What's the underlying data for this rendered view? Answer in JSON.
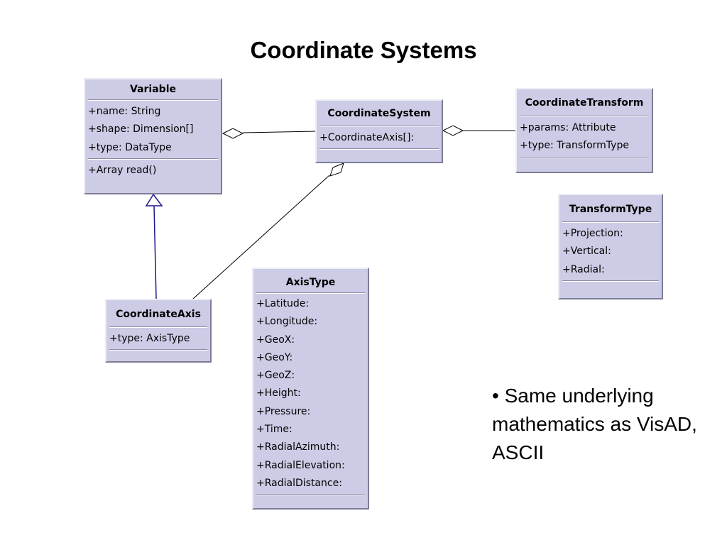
{
  "slide": {
    "title": "Coordinate Systems"
  },
  "classes": {
    "variable": {
      "name": "Variable",
      "attributes": [
        "+name: String",
        "+shape: Dimension[]",
        "+type: DataType"
      ],
      "operations": [
        "+Array read()"
      ]
    },
    "coordinate_system": {
      "name": "CoordinateSystem",
      "attributes": [
        "+CoordinateAxis[]:"
      ],
      "operations": []
    },
    "coordinate_transform": {
      "name": "CoordinateTransform",
      "attributes": [
        "+params: Attribute",
        "+type: TransformType"
      ],
      "operations": []
    },
    "transform_type": {
      "name": "TransformType",
      "attributes": [
        "+Projection:",
        "+Vertical:",
        "+Radial:"
      ],
      "operations": []
    },
    "coordinate_axis": {
      "name": "CoordinateAxis",
      "attributes": [
        "+type: AxisType"
      ],
      "operations": []
    },
    "axis_type": {
      "name": "AxisType",
      "attributes": [
        "+Latitude:",
        "+Longitude:",
        "+GeoX:",
        "+GeoY:",
        "+GeoZ:",
        "+Height:",
        "+Pressure:",
        "+Time:",
        "+RadialAzimuth:",
        "+RadialElevation:",
        "+RadialDistance:"
      ],
      "operations": []
    }
  },
  "bullet": "• Same underlying mathematics as VisAD, ASCII",
  "colors": {
    "box_fill": "#cccce6",
    "generalization_line": "#1a1a8a",
    "association_line": "#000000"
  }
}
